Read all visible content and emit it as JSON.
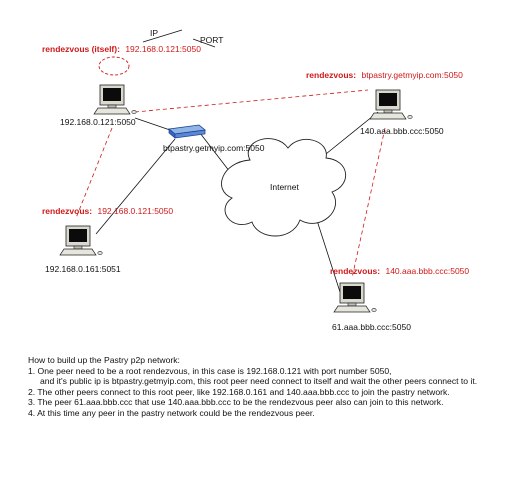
{
  "axis_labels": {
    "ip": "IP",
    "port": "PORT"
  },
  "rendezvous_prefix": "rendezvous",
  "rendezvous_itself_prefix": "rendezvous (itself):",
  "nodes": {
    "root": {
      "ip": "192.168.0.121:5050",
      "rendezvous": "192.168.0.121:5050"
    },
    "hub": {
      "label": "btpastry.getmyip.com:5050"
    },
    "peer_left": {
      "ip": "192.168.0.161:5051",
      "rendezvous": "192.168.0.121:5050"
    },
    "peer_top_right": {
      "ip": "140.aaa.bbb.ccc:5050",
      "rendezvous": "btpastry.getmyip.com:5050"
    },
    "peer_bottom_right": {
      "ip": "61.aaa.bbb.ccc:5050",
      "rendezvous": "140.aaa.bbb.ccc:5050"
    }
  },
  "cloud_label": "Internet",
  "notes": {
    "heading": "How to build up the Pastry p2p network:",
    "line1": "1. One peer need to be a root rendezvous,  in this case is 192.168.0.121 with port number 5050,",
    "line1b": "and it's public ip is btpastry.getmyip.com, this root peer need connect to itself and wait the other peers connect to it.",
    "line2": "2. The other peers connect to this root peer, like 192.168.0.161 and 140.aaa.bbb.ccc to join the pastry network.",
    "line3": "3. The peer 61.aaa.bbb.ccc that use 140.aaa.bbb.ccc to be the rendezvous peer also can join to this network.",
    "line4": "4. At this time any peer in the pastry network could be the rendezvous peer."
  }
}
